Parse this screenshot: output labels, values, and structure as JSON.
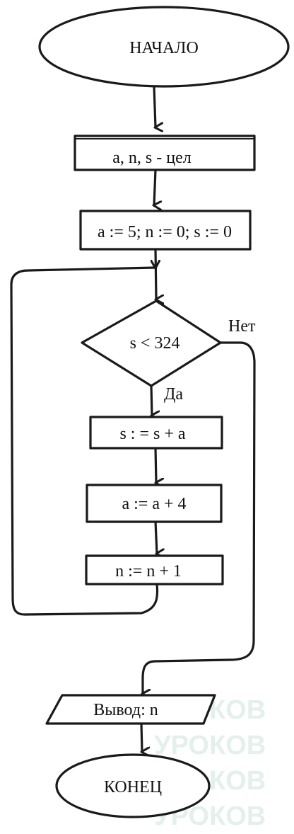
{
  "nodes": {
    "start": "НАЧАЛО",
    "declare": "a, n, s - цел",
    "init": "a := 5; n := 0; s := 0",
    "condition": "s < 324",
    "step1": "s : = s + a",
    "step2": "a := a + 4",
    "step3": "n := n + 1",
    "output": "Вывод: n",
    "end": "КОНЕЦ"
  },
  "branches": {
    "yes": "Да",
    "no": "Нет"
  },
  "watermark": {
    "text": "УРОКОВ"
  }
}
